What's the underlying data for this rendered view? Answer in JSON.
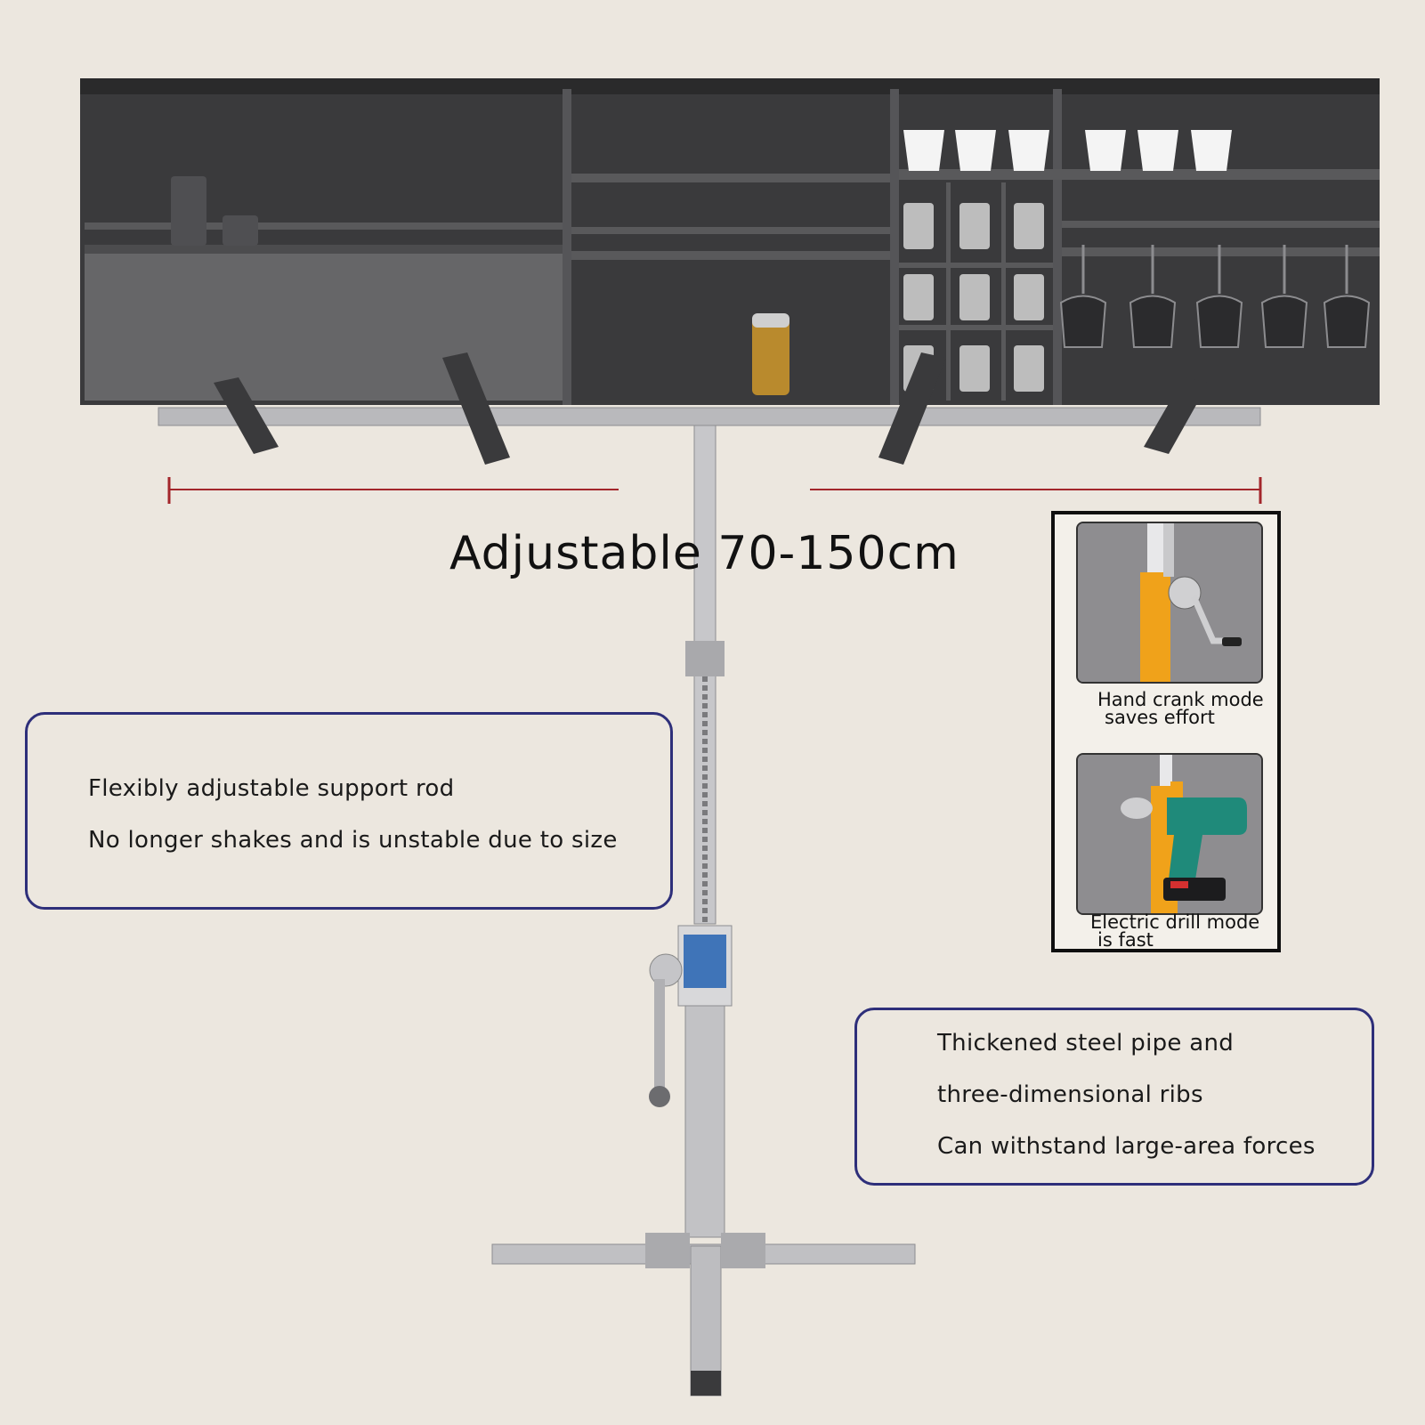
{
  "headline": "Adjustable 70-150cm",
  "left_box": {
    "line1": "Flexibly adjustable support rod",
    "line2": "No longer shakes and is unstable due to size"
  },
  "right_box": {
    "line1": "Thickened steel pipe and",
    "line2": "three-dimensional ribs",
    "line3": "Can withstand large-area forces"
  },
  "inset": {
    "mode1_line1": "Hand crank mode",
    "mode1_line2": "saves effort",
    "mode2_line1": "Electric drill mode",
    "mode2_line2": "is fast"
  },
  "colors": {
    "background": "#ece7df",
    "cabinet": "#3a3a3c",
    "box_border": "#2e2f7a",
    "measure_line": "#a3262b",
    "tool_orange": "#f0a21a"
  }
}
